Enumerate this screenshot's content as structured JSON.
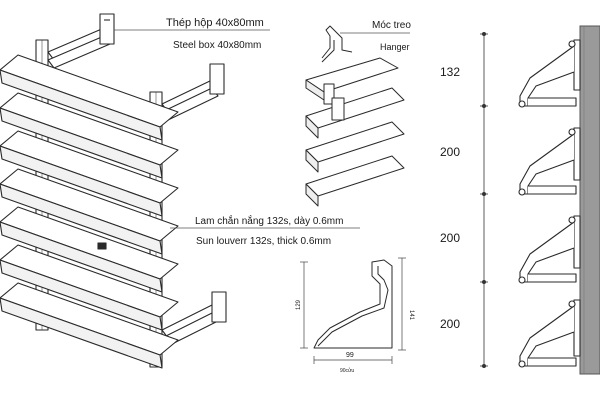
{
  "labels": {
    "steel_box_vi": "Thép hộp 40x80mm",
    "steel_box_en": "Steel box 40x80mm",
    "hanger_vi": "Móc treo",
    "hanger_en": "Hanger",
    "louver_vi": "Lam chắn nắng 132s, dày 0.6mm",
    "louver_en": "Sun louverr  132s, thick 0.6mm"
  },
  "section_dims": {
    "height_left": "129",
    "height_right": "141",
    "width": "99",
    "width_caption": "90cửu"
  },
  "spacing": [
    {
      "label": "132"
    },
    {
      "label": "200"
    },
    {
      "label": "200"
    },
    {
      "label": "200"
    }
  ],
  "colors": {
    "line": "#2a2a2a",
    "wall": "#9a9a9a",
    "wall_edge": "#555555"
  }
}
